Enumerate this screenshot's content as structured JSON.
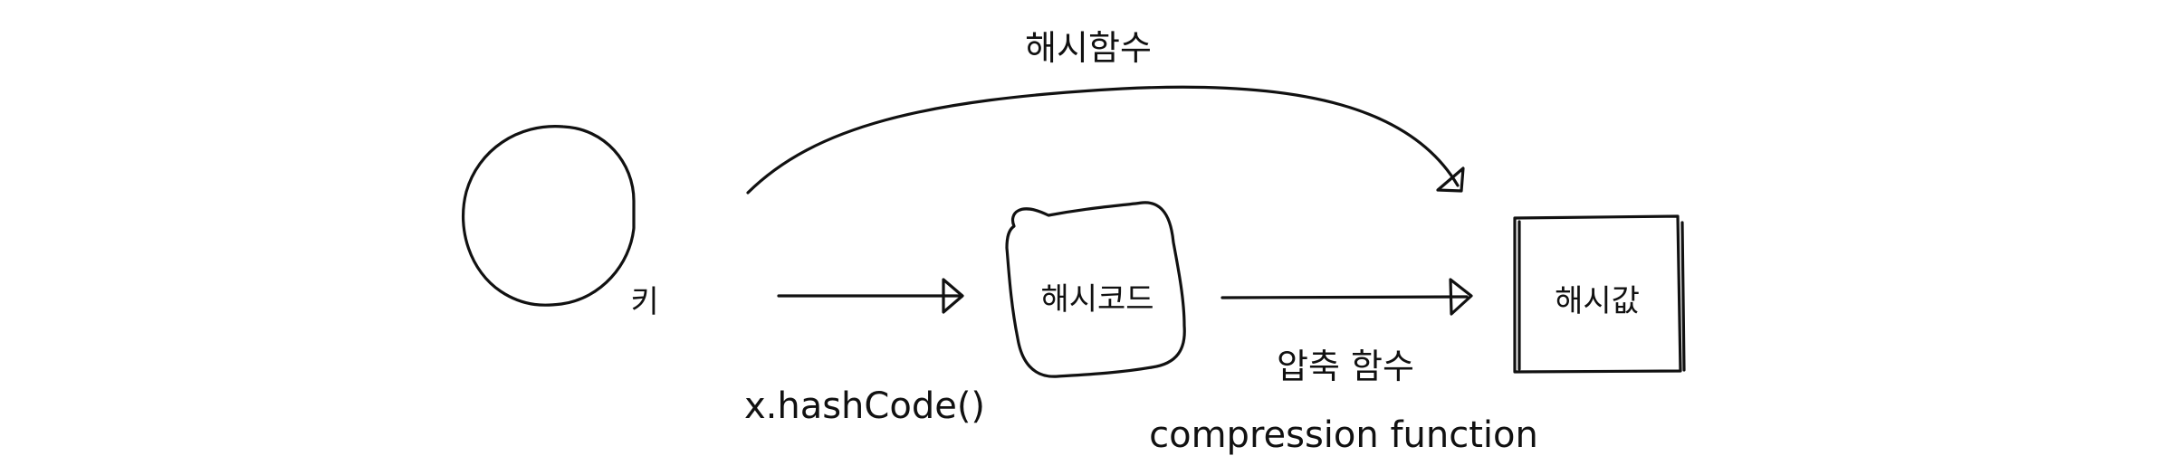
{
  "diagram": {
    "nodes": {
      "key": {
        "label": "키"
      },
      "hash_code": {
        "label": "해시코드"
      },
      "hash_value": {
        "label": "해시값"
      }
    },
    "edges": {
      "hash_function": {
        "label": "해시함수"
      },
      "hash_code_method": {
        "label": "x.hashCode()"
      },
      "compression": {
        "label_ko": "압축 함수",
        "label_en": "compression function"
      }
    }
  }
}
